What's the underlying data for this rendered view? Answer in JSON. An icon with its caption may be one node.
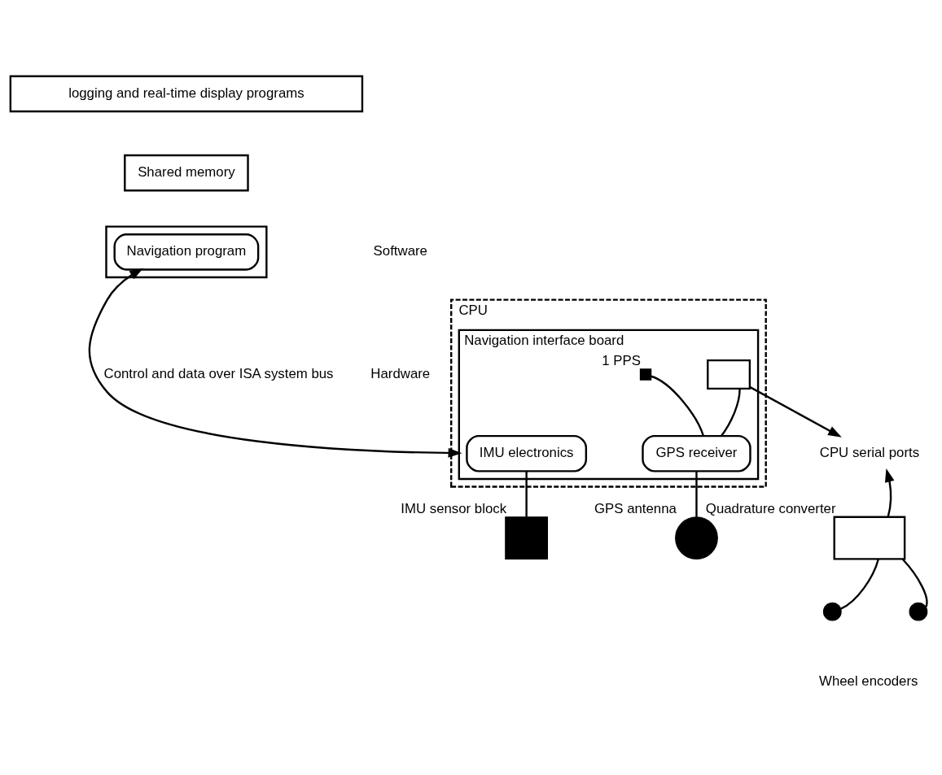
{
  "diagram": {
    "nodes": [
      {
        "text": [
          "logging and real-time display programs"
        ]
      },
      {
        "text": [],
        "shape": "box"
      },
      {
        "text": [
          "Shared memory"
        ]
      },
      {
        "text": [
          "Navigation program"
        ],
        "in": 1
      },
      {
        "text": [
          "CPU"
        ]
      },
      {
        "text": [
          "Navigation interface board"
        ],
        "in": 4
      },
      {
        "text": [
          "IMU electronics"
        ],
        "in": 5
      },
      {
        "text": [],
        "shape": "box",
        "in": 5
      },
      {
        "text": [],
        "shape": "box",
        "in": 5,
        "beside": [
          "1 PPS"
        ]
      },
      {
        "text": [
          "GPS receiver"
        ],
        "in": 5
      },
      {
        "text": [
          "IMU sensor block"
        ]
      },
      {
        "text": [
          "GPS antenna"
        ]
      },
      {
        "text": [
          "CPU serial ports"
        ]
      },
      {
        "text": [
          "Quadrature converter"
        ]
      },
      {
        "text": [],
        "shape": "circle"
      },
      {
        "text": [],
        "shape": "circle"
      }
    ],
    "edges": [
      {
        "from": 3,
        "to": 5,
        "arrow": "both",
        "label": "Control and data over ISA system bus"
      },
      {
        "from": 9,
        "to": 8,
        "arrow": "none"
      },
      {
        "from": 9,
        "to": 7,
        "arrow": "none"
      },
      {
        "from": 7,
        "to": 12,
        "arrow": "to"
      },
      {
        "from": 13,
        "to": 12,
        "arrow": "to"
      },
      {
        "from": 6,
        "to": 10,
        "arrow": "none"
      },
      {
        "from": 9,
        "to": 11,
        "arrow": "none"
      },
      {
        "from": 14,
        "to": 13,
        "arrow": "none"
      },
      {
        "from": 15,
        "to": 13,
        "arrow": "none"
      }
    ],
    "labels": [
      "Software",
      "Hardware",
      "Wheel encoders"
    ]
  }
}
